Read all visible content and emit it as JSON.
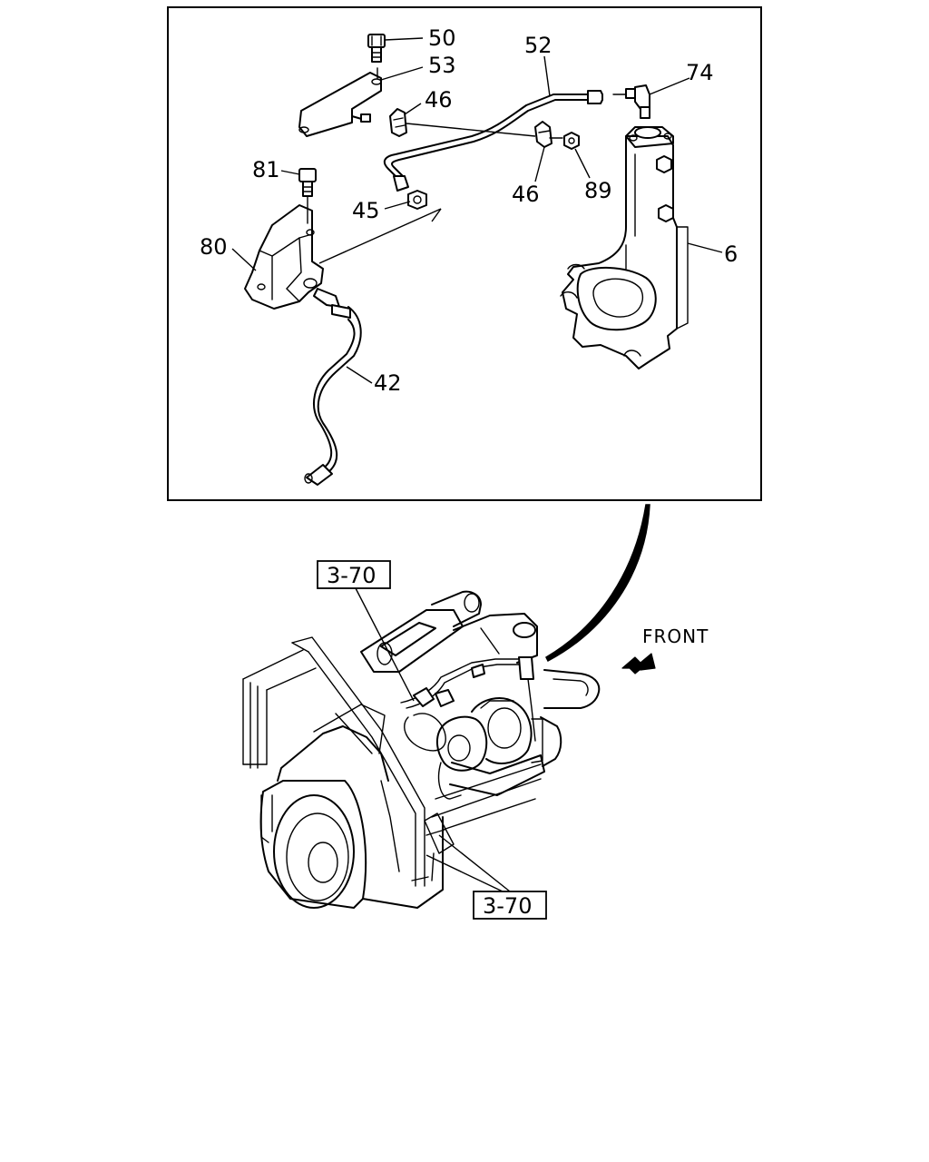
{
  "callouts": {
    "c50": "50",
    "c53": "53",
    "c46a": "46",
    "c52": "52",
    "c74": "74",
    "c81": "81",
    "c45": "45",
    "c46b": "46",
    "c89": "89",
    "c80": "80",
    "c6": "6",
    "c42": "42"
  },
  "references": {
    "ref_top": "3-70",
    "ref_bottom": "3-70"
  },
  "direction": {
    "label": "FRONT",
    "arrow_icon": "front-arrow-icon"
  }
}
